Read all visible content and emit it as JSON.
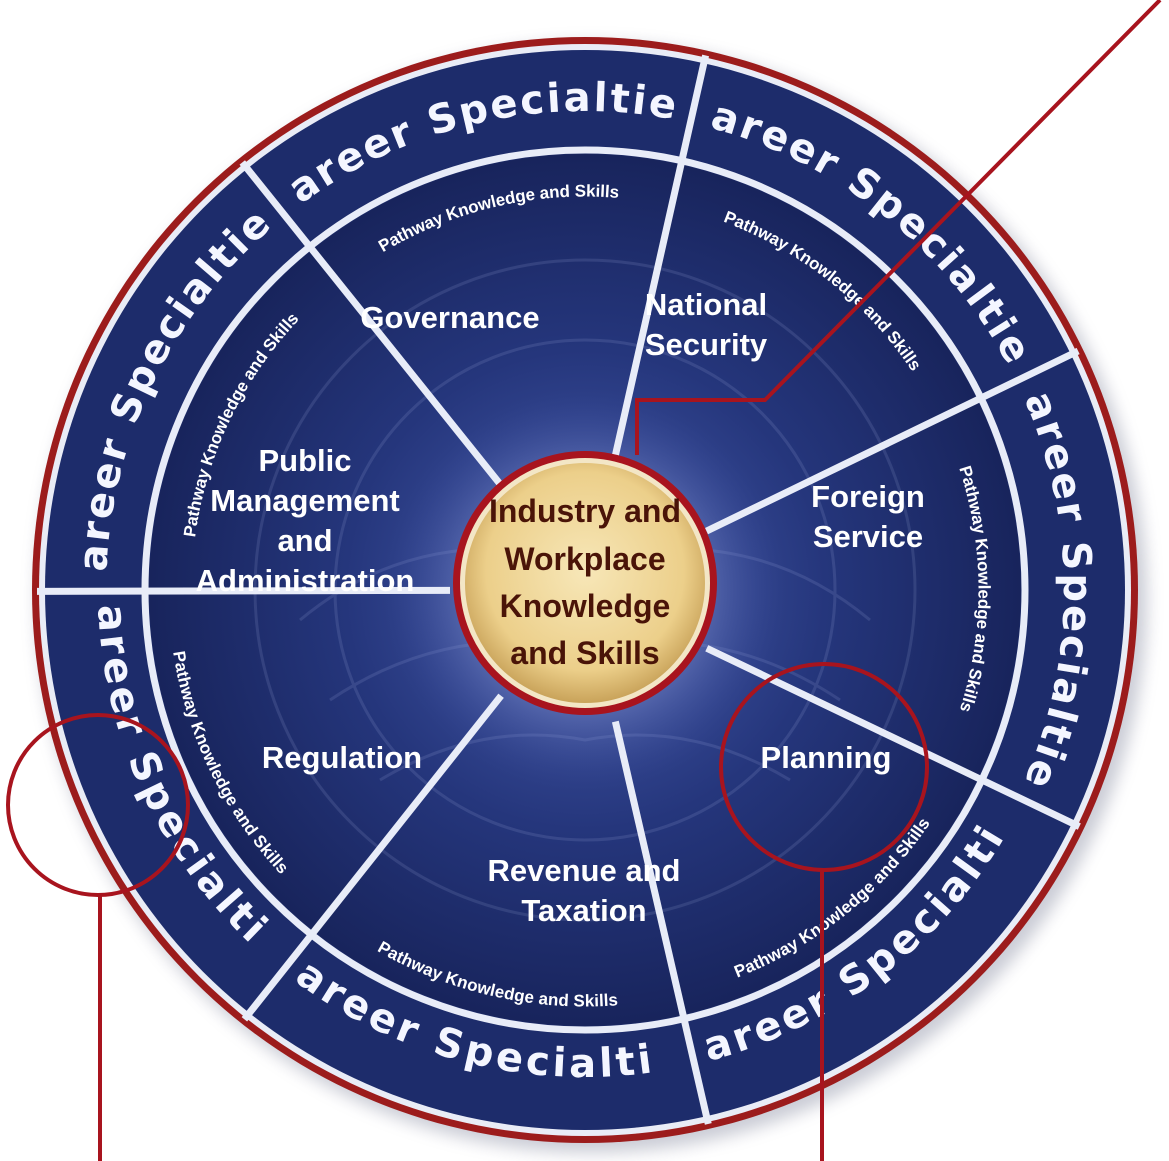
{
  "center": {
    "lines": [
      "Industry and",
      "Workplace",
      "Knowledge",
      "and Skills"
    ]
  },
  "ring_outer_label": "Career Specialties",
  "ring_inner_label": "Pathway Knowledge and Skills",
  "pathways": [
    {
      "id": "governance",
      "lines": [
        "Governance"
      ]
    },
    {
      "id": "national-security",
      "lines": [
        "National",
        "Security"
      ]
    },
    {
      "id": "foreign-service",
      "lines": [
        "Foreign",
        "Service"
      ]
    },
    {
      "id": "planning",
      "lines": [
        "Planning"
      ]
    },
    {
      "id": "revenue-and-taxation",
      "lines": [
        "Revenue and",
        "Taxation"
      ]
    },
    {
      "id": "regulation",
      "lines": [
        "Regulation"
      ]
    },
    {
      "id": "public-management-and-administration",
      "lines": [
        "Public",
        "Management",
        "and",
        "Administration"
      ]
    }
  ],
  "colors": {
    "outer_rim": "#9c1c1c",
    "wheel_blue": "#23357a",
    "wheel_blue_dark": "#0f1a4d",
    "divider": "#e8ecf8",
    "hub_fill": "#f0d89a",
    "hub_ring": "#a8141e",
    "callout": "#a8141e"
  }
}
